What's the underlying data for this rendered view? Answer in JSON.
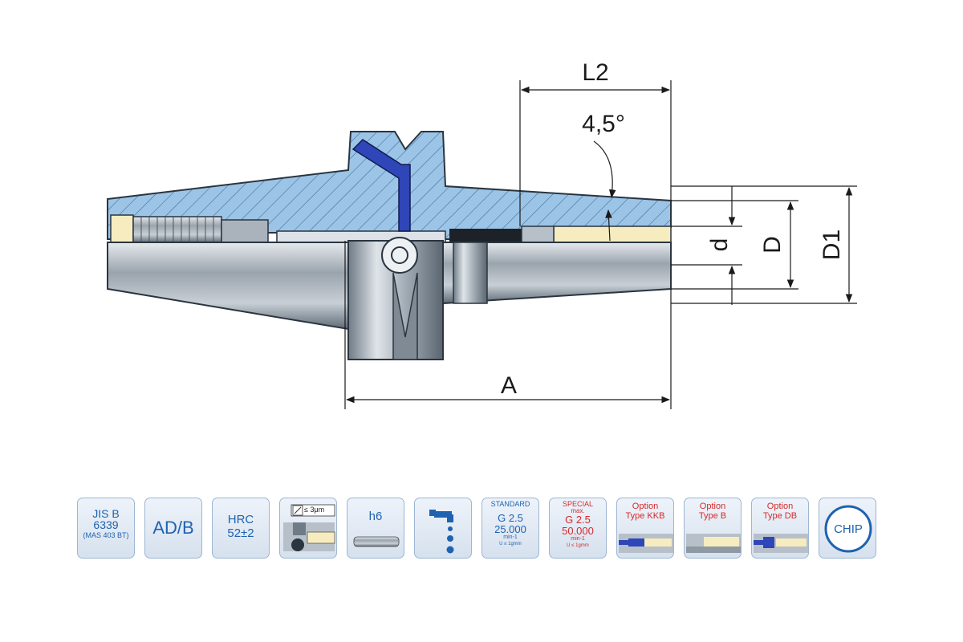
{
  "dimensions": {
    "L2": "L2",
    "angle": "4,5°",
    "d": "d",
    "D": "D",
    "D1": "D1",
    "A": "A"
  },
  "icons": [
    {
      "id": "jis",
      "line1": "JIS B",
      "line2": "6339",
      "line3": "(MAS 403 BT)"
    },
    {
      "id": "ad",
      "line1": "AD/B"
    },
    {
      "id": "hrc",
      "line1": "HRC",
      "line2": "52±2"
    },
    {
      "id": "runout",
      "label": "≤ 3μm"
    },
    {
      "id": "h6",
      "label": "h6"
    },
    {
      "id": "coolant",
      "icon": "coolant-tap-icon"
    },
    {
      "id": "std",
      "line1": "STANDARD",
      "line2": "G 2.5",
      "line3": "25.000",
      "unit": "min-1",
      "note": "U ≤ 1gmm"
    },
    {
      "id": "spc",
      "line1": "SPECIAL",
      "line1b": "max.",
      "line2": "G 2.5",
      "line3": "50.000",
      "unit": "min-1",
      "note": "U ≤ 1gmm"
    },
    {
      "id": "kkb",
      "line1": "Option",
      "line2": "Type KKB"
    },
    {
      "id": "b",
      "line1": "Option",
      "line2": "Type B"
    },
    {
      "id": "db",
      "line1": "Option",
      "line2": "Type DB"
    },
    {
      "id": "chip",
      "line1": "CHIP"
    }
  ],
  "colors": {
    "section_blue": "#9cc4e6",
    "metal_grey": "#b8c0c8",
    "accent_blue": "#1e62b0",
    "accent_red": "#d42b2b",
    "bore_yellow": "#f6ecc0"
  }
}
